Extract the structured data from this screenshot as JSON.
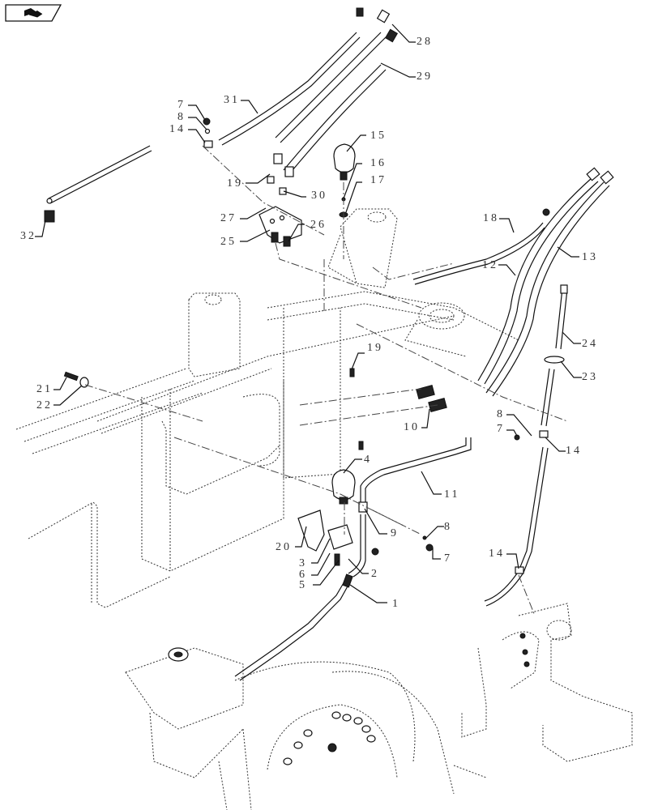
{
  "diagram": {
    "title": "Hydraulic hoses and accumulators exploded parts view",
    "nav_icon": "book-page-icon",
    "colors": {
      "line": "#111111",
      "text": "#333333",
      "background": "#ffffff"
    },
    "callouts": [
      {
        "id": "c1",
        "label": "1"
      },
      {
        "id": "c2",
        "label": "2"
      },
      {
        "id": "c3",
        "label": "3"
      },
      {
        "id": "c4",
        "label": "4"
      },
      {
        "id": "c5",
        "label": "5"
      },
      {
        "id": "c6",
        "label": "6"
      },
      {
        "id": "c7a",
        "label": "7"
      },
      {
        "id": "c7b",
        "label": "7"
      },
      {
        "id": "c7c",
        "label": "7"
      },
      {
        "id": "c8a",
        "label": "8"
      },
      {
        "id": "c8b",
        "label": "8"
      },
      {
        "id": "c8c",
        "label": "8"
      },
      {
        "id": "c9",
        "label": "9"
      },
      {
        "id": "c10",
        "label": "10"
      },
      {
        "id": "c11",
        "label": "11"
      },
      {
        "id": "c12",
        "label": "12"
      },
      {
        "id": "c13",
        "label": "13"
      },
      {
        "id": "c14a",
        "label": "14"
      },
      {
        "id": "c14b",
        "label": "14"
      },
      {
        "id": "c14c",
        "label": "14"
      },
      {
        "id": "c15",
        "label": "15"
      },
      {
        "id": "c16",
        "label": "16"
      },
      {
        "id": "c17",
        "label": "17"
      },
      {
        "id": "c18",
        "label": "18"
      },
      {
        "id": "c19a",
        "label": "19"
      },
      {
        "id": "c19b",
        "label": "19"
      },
      {
        "id": "c20",
        "label": "20"
      },
      {
        "id": "c21",
        "label": "21"
      },
      {
        "id": "c22",
        "label": "22"
      },
      {
        "id": "c23",
        "label": "23"
      },
      {
        "id": "c24",
        "label": "24"
      },
      {
        "id": "c25",
        "label": "25"
      },
      {
        "id": "c26",
        "label": "26"
      },
      {
        "id": "c27",
        "label": "27"
      },
      {
        "id": "c28",
        "label": "28"
      },
      {
        "id": "c29",
        "label": "29"
      },
      {
        "id": "c30",
        "label": "30"
      },
      {
        "id": "c31",
        "label": "31"
      },
      {
        "id": "c32",
        "label": "32"
      }
    ]
  }
}
